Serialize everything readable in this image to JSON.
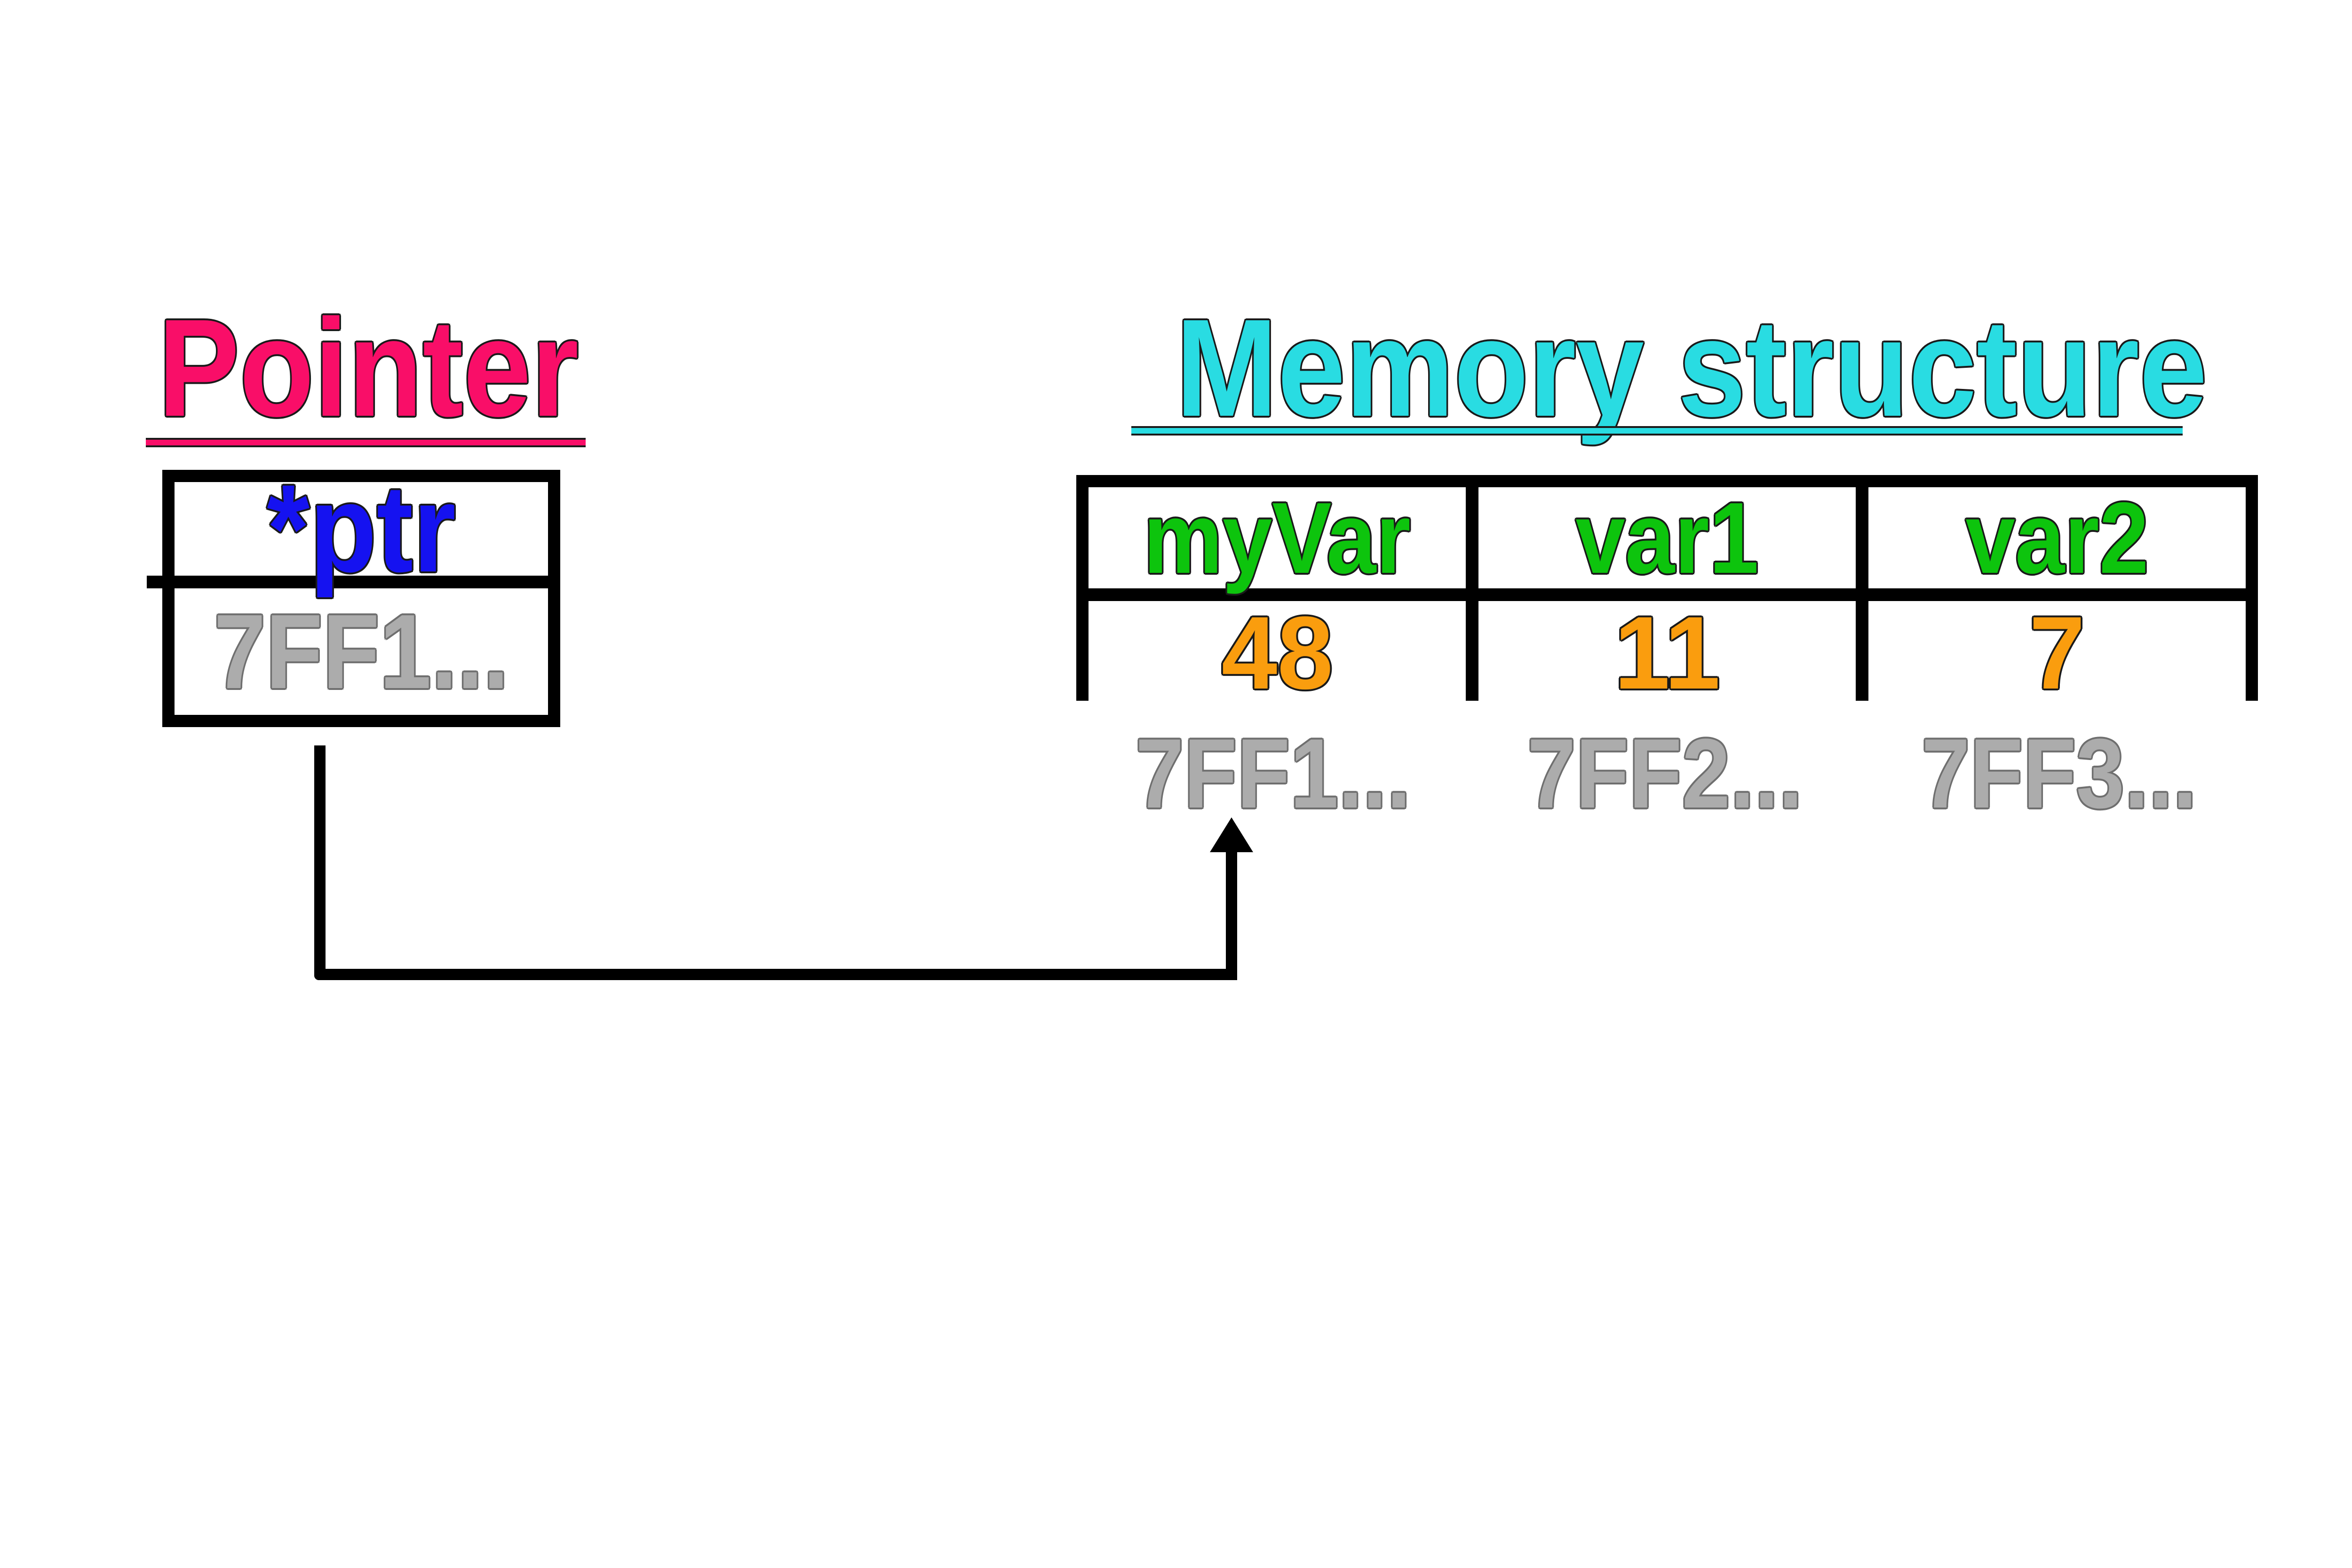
{
  "pointer": {
    "title": "Pointer",
    "name": "*ptr",
    "address": "7FF1..."
  },
  "memory": {
    "title": "Memory structure",
    "columns": [
      {
        "name": "myVar",
        "value": "48",
        "address": "7FF1..."
      },
      {
        "name": "var1",
        "value": "11",
        "address": "7FF2..."
      },
      {
        "name": "var2",
        "value": "7",
        "address": "7FF3..."
      }
    ]
  },
  "arrow": {
    "from": "pointer-address-cell",
    "to": "memory-address-7FF1"
  },
  "colors": {
    "pink": "#F90E68",
    "cyan": "#29DCE2",
    "green": "#0DC40D",
    "orange": "#FA9D0E",
    "blue": "#1512F0",
    "gray": "#ACACAC",
    "ink": "#000000"
  }
}
